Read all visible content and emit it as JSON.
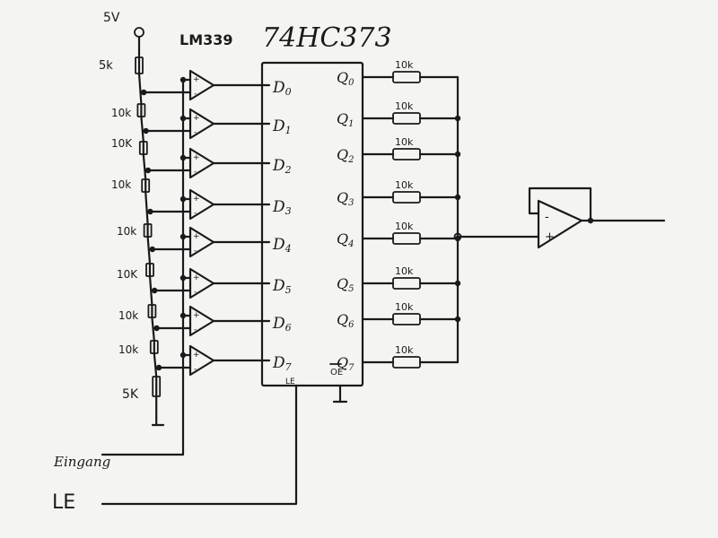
{
  "supply_label": "5V",
  "comparator_label": "LM339",
  "latch_label": "74HC373",
  "top_resistor": "5k",
  "bottom_resistor": "5K",
  "ladder_resistors": [
    "10k",
    "10K",
    "10k",
    "10k",
    "10K",
    "10k",
    "10k"
  ],
  "d_pins": [
    {
      "main": "D",
      "sub": "0"
    },
    {
      "main": "D",
      "sub": "1"
    },
    {
      "main": "D",
      "sub": "2"
    },
    {
      "main": "D",
      "sub": "3"
    },
    {
      "main": "D",
      "sub": "4"
    },
    {
      "main": "D",
      "sub": "5"
    },
    {
      "main": "D",
      "sub": "6"
    },
    {
      "main": "D",
      "sub": "7"
    }
  ],
  "q_pins": [
    {
      "main": "Q",
      "sub": "0"
    },
    {
      "main": "Q",
      "sub": "1"
    },
    {
      "main": "Q",
      "sub": "2"
    },
    {
      "main": "Q",
      "sub": "3"
    },
    {
      "main": "Q",
      "sub": "4"
    },
    {
      "main": "Q",
      "sub": "5"
    },
    {
      "main": "Q",
      "sub": "6"
    },
    {
      "main": "Q",
      "sub": "7"
    }
  ],
  "output_resistors": [
    "10k",
    "10k",
    "10k",
    "10k",
    "10k",
    "10k",
    "10k",
    "10k"
  ],
  "le_pin": "LE",
  "oe_pin": "OE",
  "input_label": "Eingang",
  "le_input_label": "LE",
  "comparator_signs": [
    "+",
    "-"
  ],
  "opamp_signs": [
    "-",
    "+"
  ]
}
